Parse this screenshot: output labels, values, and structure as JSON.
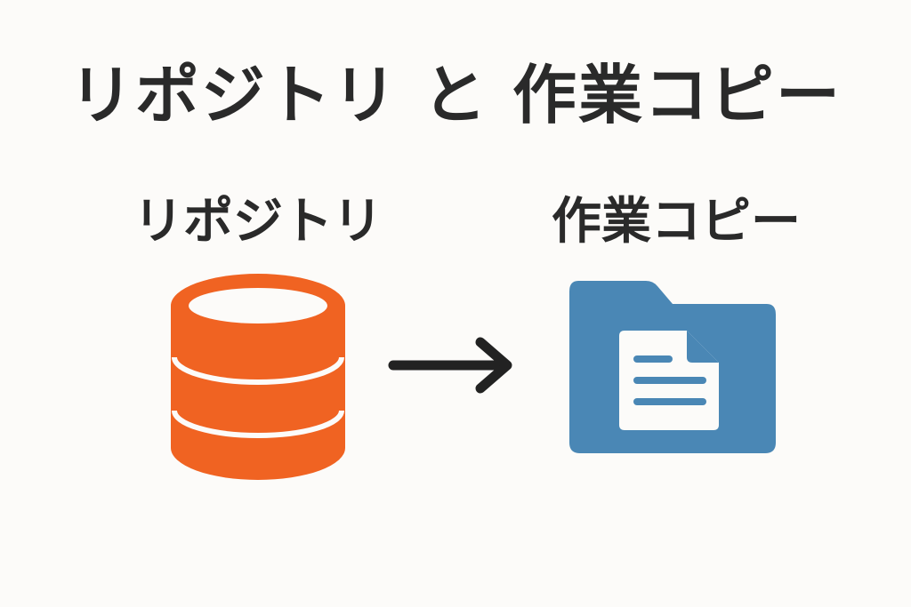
{
  "title": "リポジトリ と 作業コピー",
  "repository": {
    "label": "リポジトリ",
    "icon": "database-icon",
    "color": "#f06322"
  },
  "arrow": {
    "icon": "arrow-right-icon",
    "color": "#222222"
  },
  "working_copy": {
    "label": "作業コピー",
    "icon": "folder-document-icon",
    "color": "#4a87b5"
  }
}
